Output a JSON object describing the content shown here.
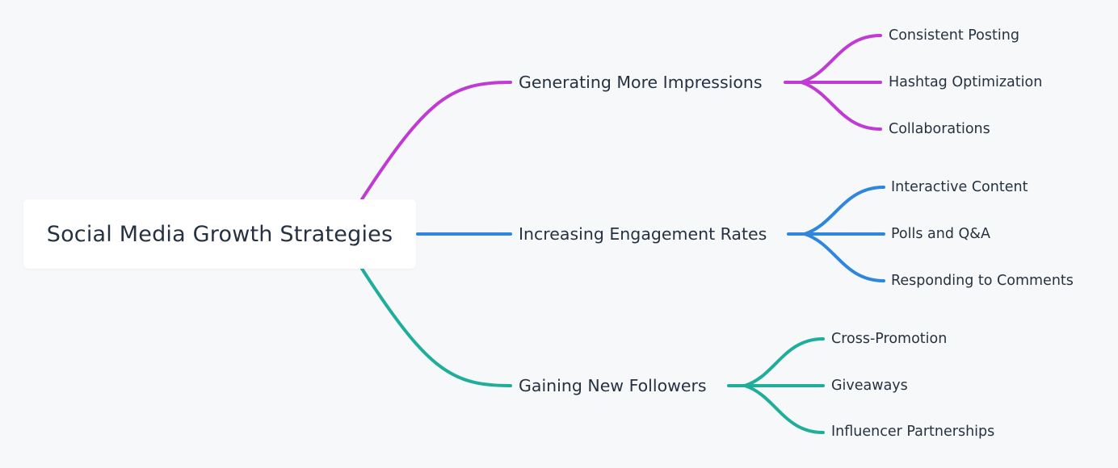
{
  "diagram": {
    "type": "mindmap",
    "background": "#f7f8fa",
    "root": {
      "label": "Social Media Growth Strategies"
    },
    "branches": [
      {
        "label": "Generating More Impressions",
        "color": "#c03ad4",
        "children": [
          "Consistent Posting",
          "Hashtag Optimization",
          "Collaborations"
        ]
      },
      {
        "label": "Increasing Engagement Rates",
        "color": "#2e86de",
        "children": [
          "Interactive Content",
          "Polls and Q&A",
          "Responding to Comments"
        ]
      },
      {
        "label": "Gaining New Followers",
        "color": "#1fae9a",
        "children": [
          "Cross-Promotion",
          "Giveaways",
          "Influencer Partnerships"
        ]
      }
    ]
  }
}
